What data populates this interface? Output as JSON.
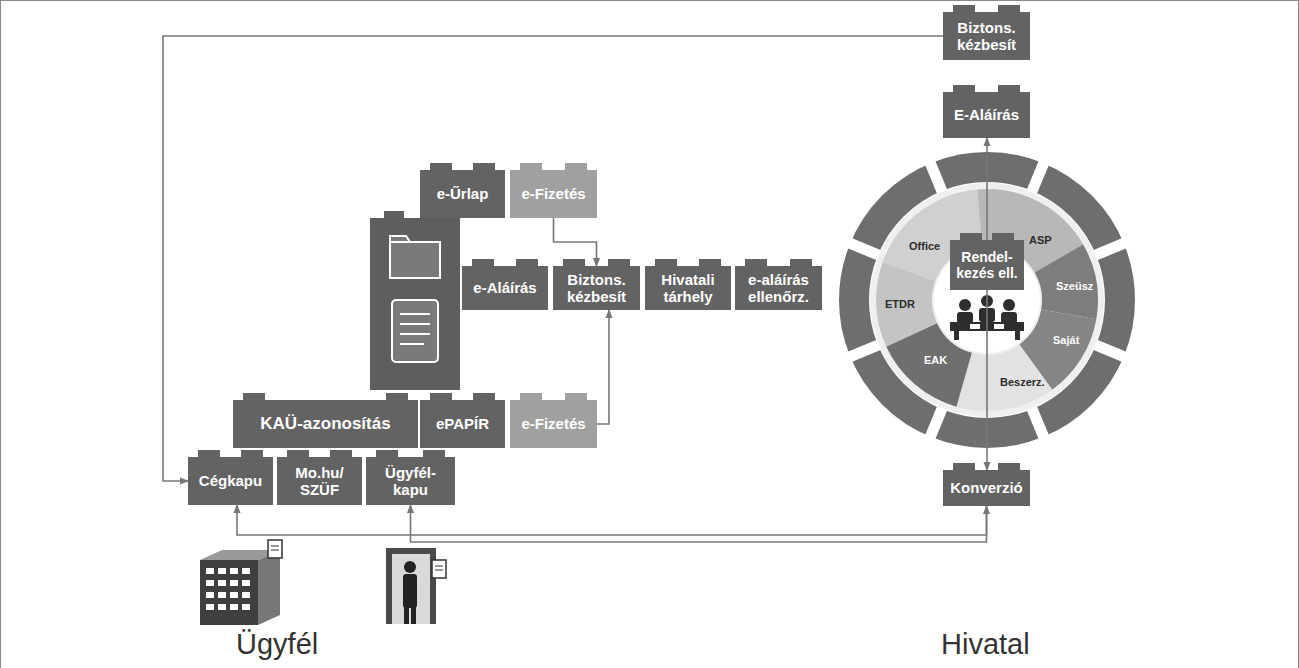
{
  "diagram": {
    "nodes": [
      {
        "text": [
          "Biztons. kézbesít"
        ]
      },
      {
        "text": [
          "E-Aláírás"
        ]
      },
      {
        "text": [
          "e-Űrlap"
        ]
      },
      {
        "text": [
          "e-Fizetés"
        ]
      },
      {
        "text": [
          "Office"
        ]
      },
      {
        "text": [
          "ASP"
        ]
      },
      {
        "text": [
          "Rendel-kezés ell."
        ]
      },
      {
        "text": [
          "Szeüsz"
        ]
      },
      {
        "text": [
          "e-Aláírás"
        ]
      },
      {
        "text": [
          "Biztons. kézbesít"
        ]
      },
      {
        "text": [
          "Hivatali tárhely"
        ]
      },
      {
        "text": [
          "e-aláírás ellenőrz."
        ]
      },
      {
        "text": [
          "ETDR"
        ]
      },
      {
        "text": [
          "Saját"
        ]
      },
      {
        "text": [
          "EAK"
        ]
      },
      {
        "text": [
          "Beszerz."
        ]
      },
      {
        "text": [
          "KAÜ-azonosítás"
        ]
      },
      {
        "text": [
          "ePAPÍR"
        ]
      },
      {
        "text": [
          "e-Fizetés"
        ]
      },
      {
        "text": [
          "Cégkapu"
        ]
      },
      {
        "text": [
          "Mo.hu/ SZÜF"
        ]
      },
      {
        "text": [
          "Ügyfél-kapu"
        ]
      },
      {
        "text": [
          "Konverzió"
        ]
      }
    ],
    "edges": [
      {
        "from": 3,
        "to": 9,
        "arrow": "to"
      },
      {
        "from": 18,
        "to": 9,
        "arrow": "to"
      },
      {
        "from": 6,
        "to": 1,
        "arrow": "to"
      },
      {
        "from": 6,
        "to": 22,
        "arrow": "to"
      },
      {
        "from": 0,
        "to": 19,
        "arrow": "to"
      },
      {
        "from": 19,
        "to": 22,
        "arrow": "both"
      },
      {
        "from": 22,
        "to": 21,
        "arrow": "to"
      }
    ],
    "labels": [
      "Ügyfél",
      "Hivatal"
    ]
  }
}
